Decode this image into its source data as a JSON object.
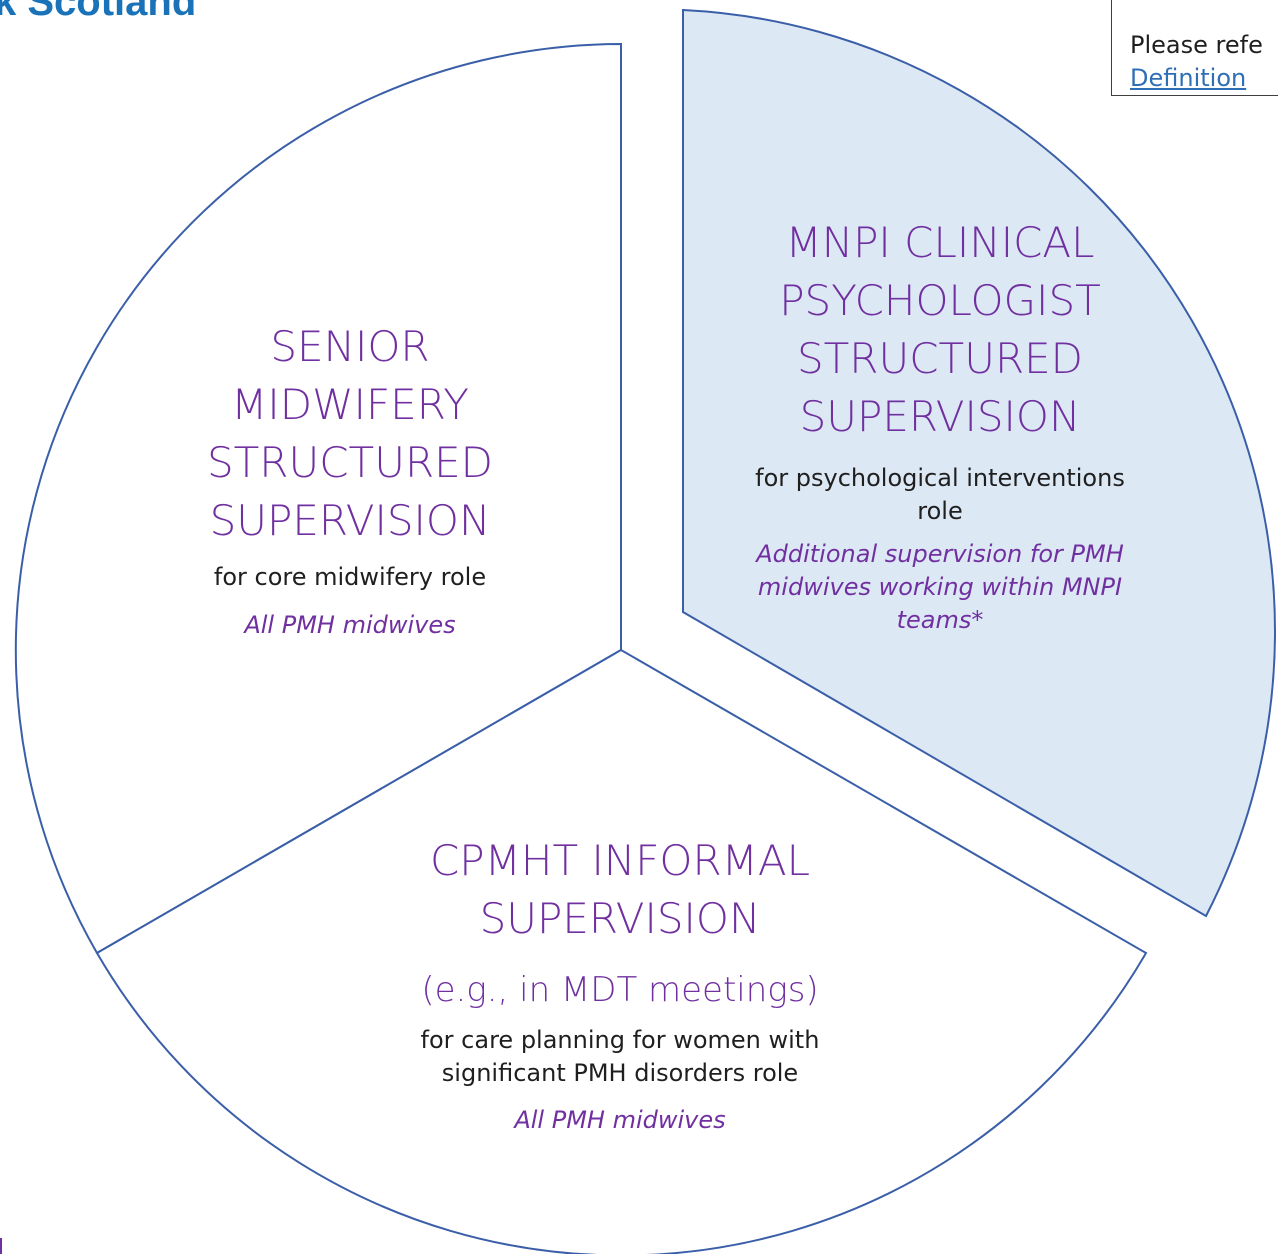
{
  "header": {
    "logo_text": "k Scotland"
  },
  "reference_box": {
    "line1": "Please refe",
    "link_text": "Definition"
  },
  "segments": {
    "senior": {
      "title_lines": [
        "SENIOR",
        "MIDWIFERY",
        "STRUCTURED",
        "SUPERVISION"
      ],
      "role": "for core midwifery role",
      "audience": "All PMH midwives"
    },
    "mnpi": {
      "title_lines": [
        "MNPI CLINICAL",
        "PSYCHOLOGIST",
        "STRUCTURED",
        "SUPERVISION"
      ],
      "role_lines": [
        "for psychological interventions",
        "role"
      ],
      "audience_lines": [
        "Additional supervision for PMH",
        "midwives working within MNPI",
        "teams*"
      ]
    },
    "cpmht": {
      "title_lines": [
        "CPMHT INFORMAL",
        "SUPERVISION"
      ],
      "subtitle": "(e.g., in MDT meetings)",
      "role_lines": [
        "for care planning for women with",
        "significant PMH disorders role"
      ],
      "audience": "All PMH midwives"
    }
  },
  "colors": {
    "outline": "#3a5fa8",
    "highlight_fill": "#dde8f5",
    "title_purple": "#7030a0",
    "body_text": "#1f1f1f",
    "logo_blue": "#1a73b8",
    "link_blue": "#2f6fb5"
  }
}
